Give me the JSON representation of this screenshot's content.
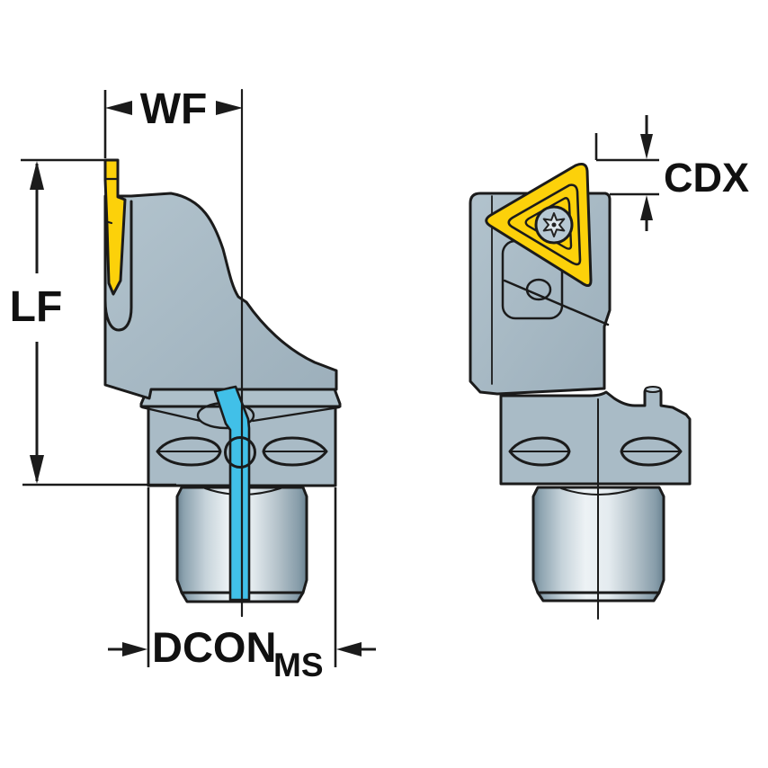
{
  "drawing": {
    "kind": "tool-holder-dimension-diagram",
    "labels": {
      "wf": "WF",
      "lf": "LF",
      "cdx": "CDX",
      "dcon": "DCON",
      "dcon_subscript": "MS"
    },
    "colors": {
      "outline": "#1b1b1b",
      "body_gray_blue": "#a9bbc6",
      "insert_yellow": "#FCD10A",
      "coolant_cyan": "#41C0E8",
      "metal_light": "#EDF2F5",
      "metal_dark": "#69818F",
      "background": "#FFFFFF",
      "label_text": "#111111"
    },
    "views": {
      "left": "front-view-parting-blade-unit",
      "right": "side-view-trigon-insert-unit"
    }
  }
}
